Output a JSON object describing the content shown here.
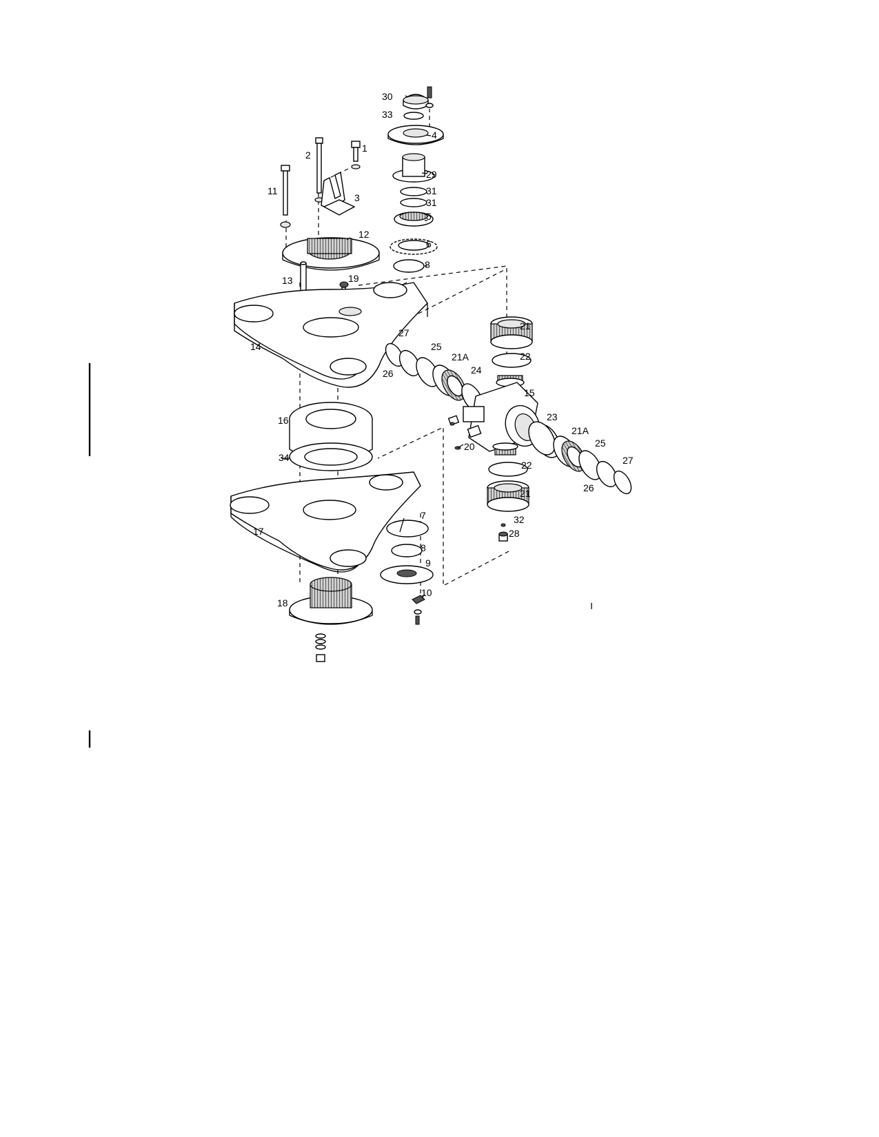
{
  "diagram": {
    "part_labels": {
      "p1": "1",
      "p2": "2",
      "p3": "3",
      "p4": "4",
      "p5": "5",
      "p6": "6",
      "p7": "7",
      "p8a": "8",
      "p8b": "8",
      "p9": "9",
      "p10": "10",
      "p11": "11",
      "p12": "12",
      "p13": "13",
      "p14": "14",
      "p15": "15",
      "p16": "16",
      "p17": "17",
      "p18": "18",
      "p19": "19",
      "p20": "20",
      "p21a": "21",
      "p21b": "21",
      "p21Aa": "21A",
      "p21Ab": "21A",
      "p22a": "22",
      "p22b": "22",
      "p23": "23",
      "p24": "24",
      "p25a": "25",
      "p25b": "25",
      "p26a": "26",
      "p26b": "26",
      "p27a": "27",
      "p27b": "27",
      "p28": "28",
      "p29": "29",
      "p30": "30",
      "p31a": "31",
      "p31b": "31",
      "p32": "32",
      "p33": "33",
      "p34": "34"
    }
  }
}
